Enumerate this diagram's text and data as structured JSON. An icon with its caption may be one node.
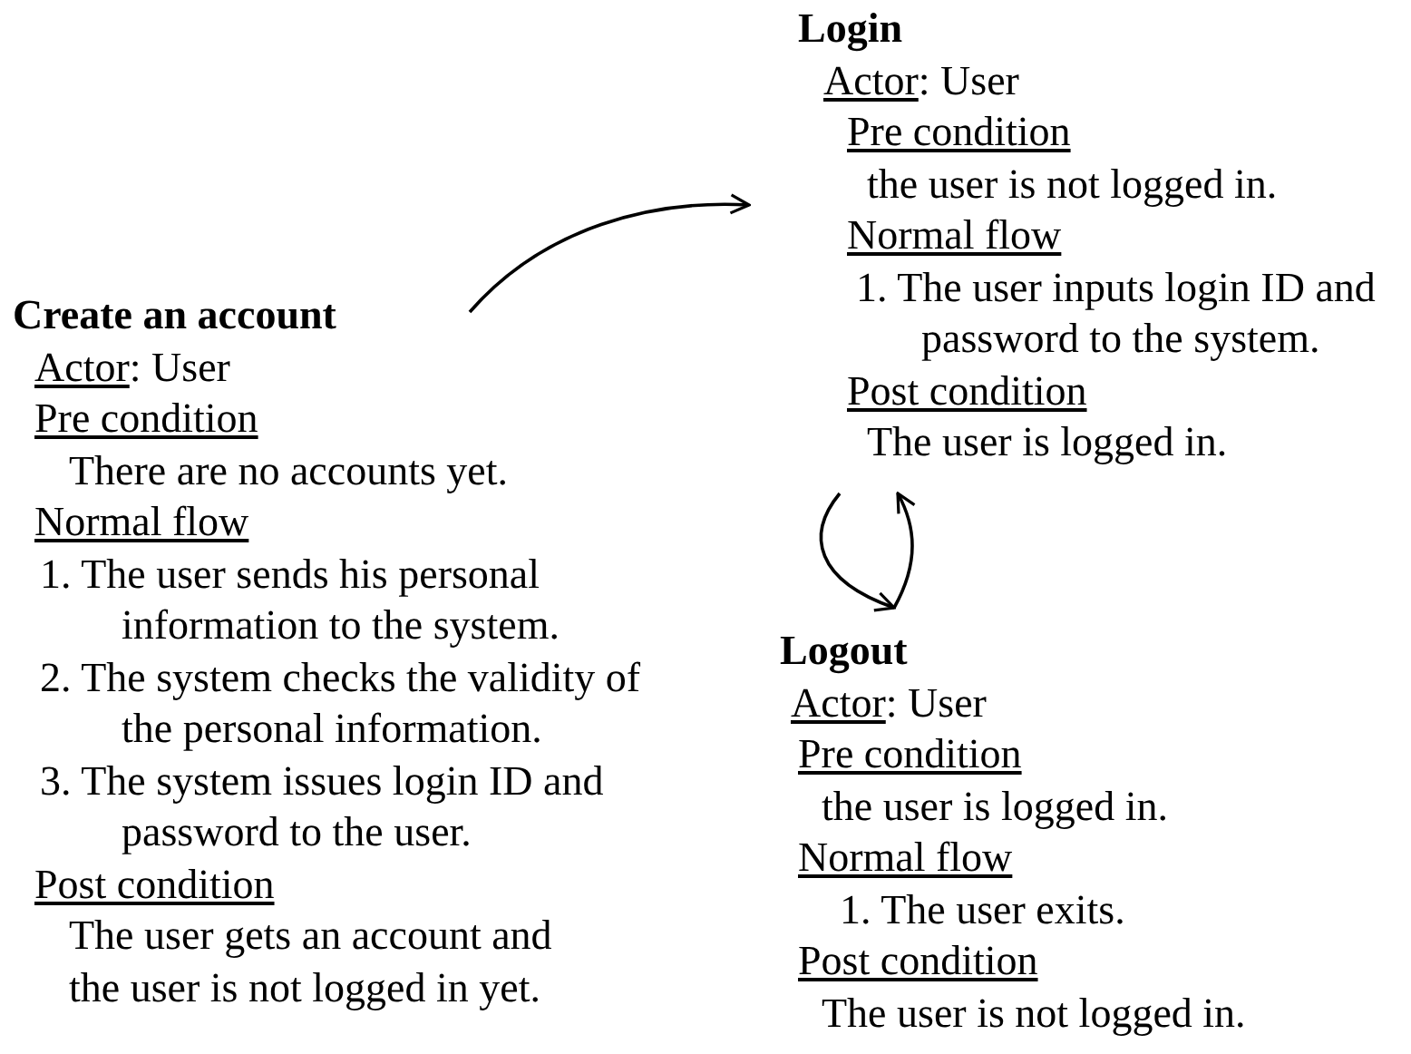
{
  "diagram": {
    "nodes": [
      {
        "text": [
          "Create an account",
          "Actor: User",
          "Pre condition",
          "There are no accounts yet.",
          "Normal flow",
          "1. The user sends his personal information to the system.",
          "2. The system checks the validity of the personal information.",
          "3. The system issues login ID and password to the user.",
          "Post condition",
          "The user gets an account and the user is not logged in yet."
        ]
      },
      {
        "text": [
          "Login",
          "Actor: User",
          "Pre condition",
          "the user is not logged in.",
          "Normal flow",
          "1. The user inputs login ID and password to the system.",
          "Post condition",
          "The user is logged in."
        ]
      },
      {
        "text": [
          "Logout",
          "Actor: User",
          "Pre condition",
          "the user is logged in.",
          "Normal flow",
          "1. The user exits.",
          "Post condition",
          "The user is not logged in."
        ]
      }
    ],
    "edges": [
      {
        "from": 0,
        "to": 1,
        "arrow": "to"
      },
      {
        "from": 1,
        "to": 2,
        "arrow": "to"
      },
      {
        "from": 2,
        "to": 1,
        "arrow": "to"
      }
    ]
  }
}
